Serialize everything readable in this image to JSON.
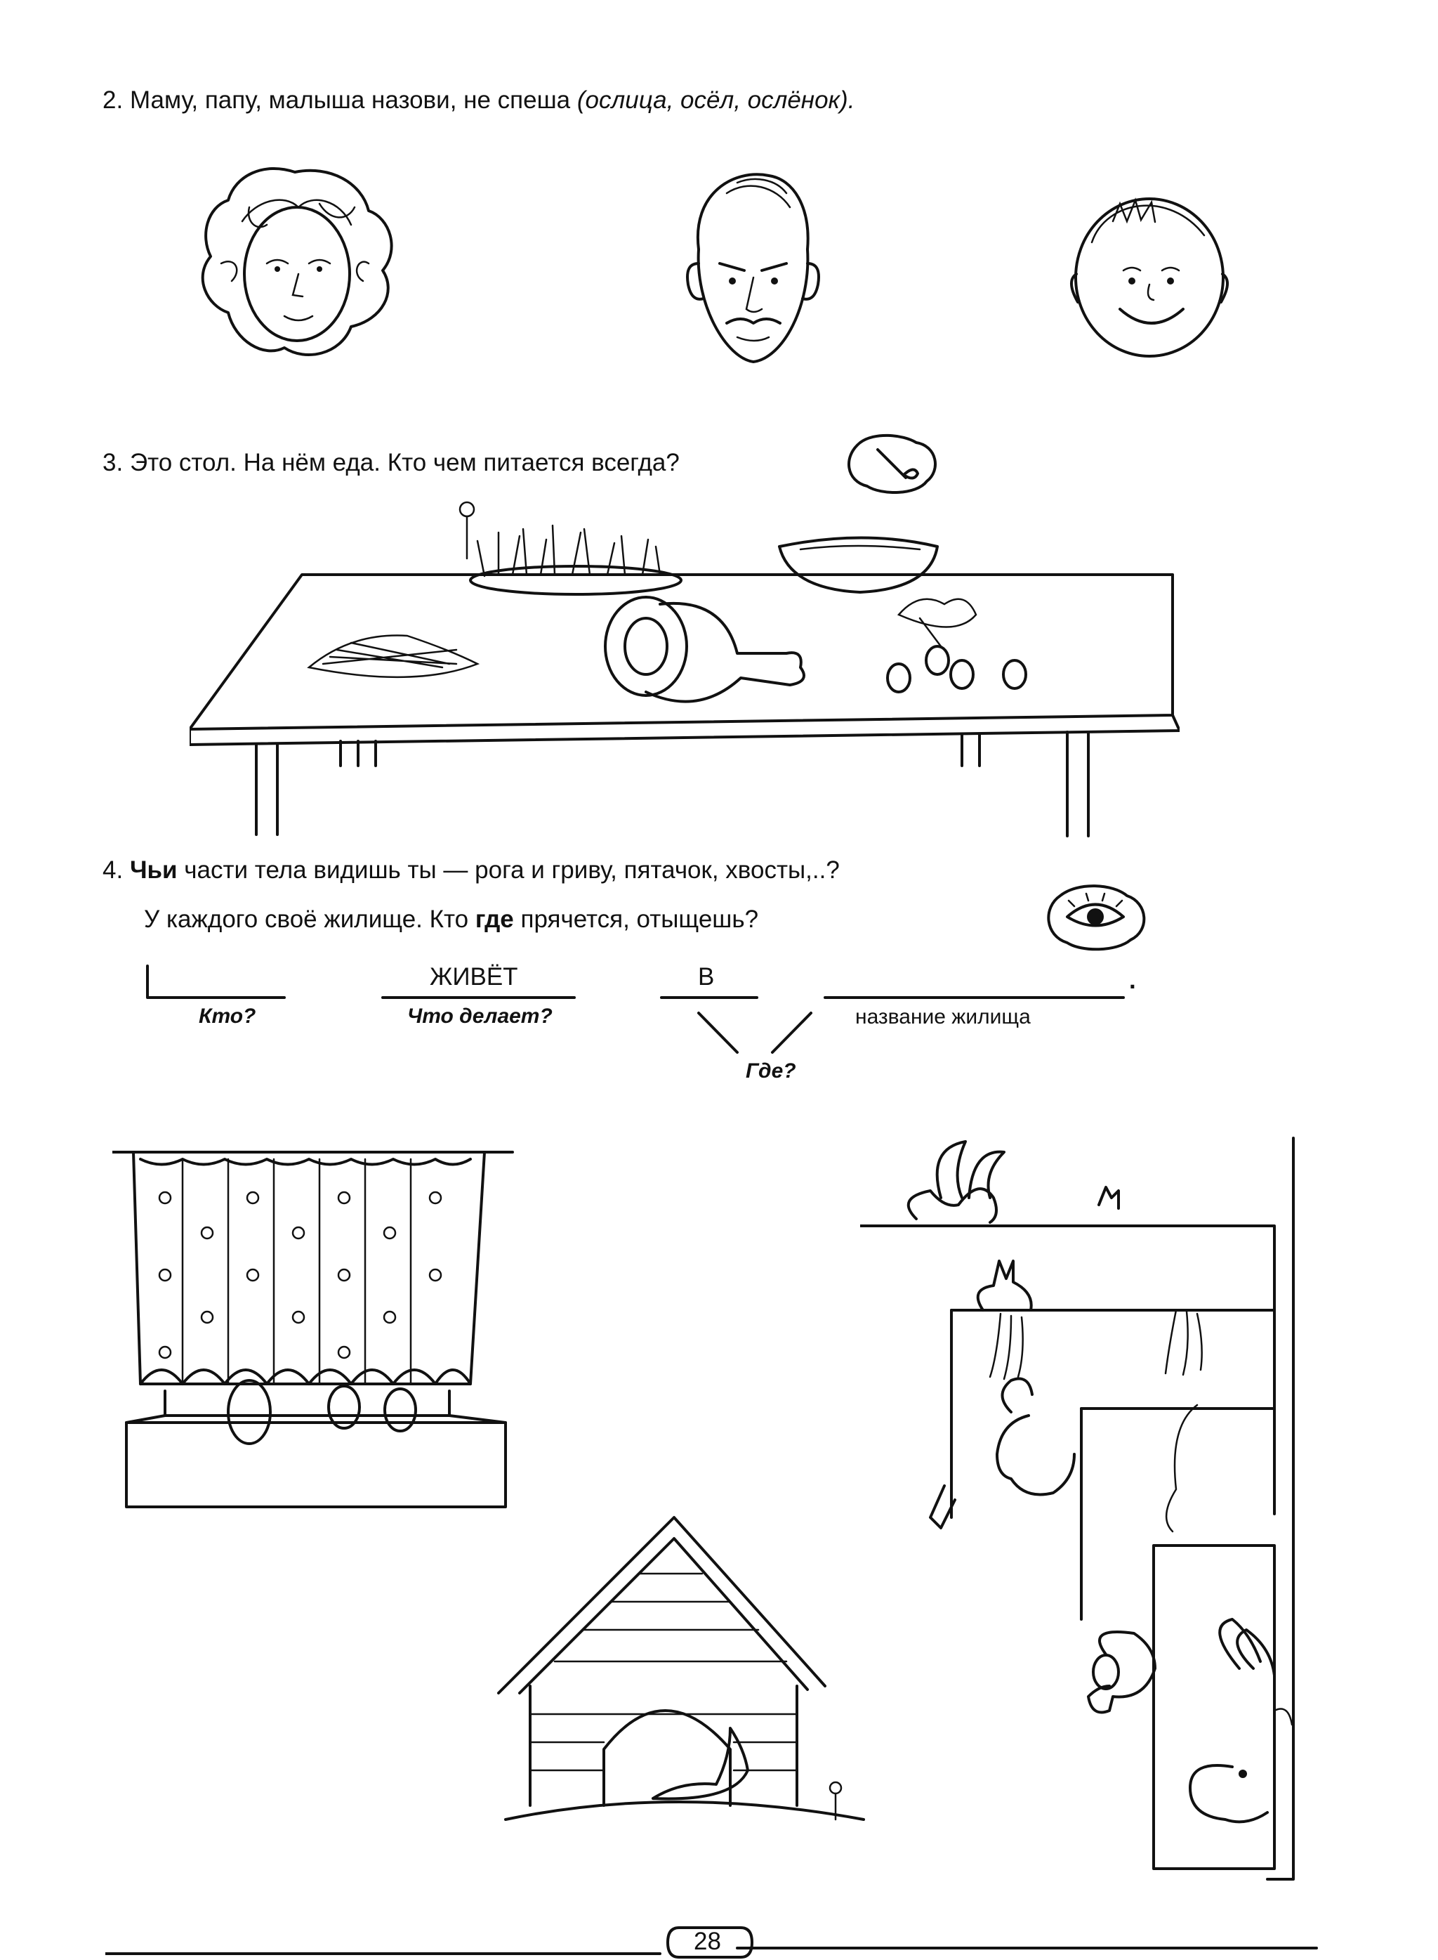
{
  "task2": {
    "number": "2.",
    "text": "Маму, папу, малыша назови, не спеша",
    "hint": "(ослица, осёл, ослёнок)."
  },
  "task3": {
    "number": "3.",
    "text": "Это стол. На нём еда. Кто чем питается всегда?"
  },
  "task4": {
    "number": "4.",
    "line1_bold": "Чьи",
    "line1_rest": "части тела видишь ты — рога и гриву, пятачок, хвосты,..?",
    "line2_start": "У каждого своё жилище. Кто",
    "line2_bold": "где",
    "line2_end": "прячется, отыщешь?"
  },
  "scheme": {
    "verb": "ЖИВЁТ",
    "preposition": "В",
    "who_label": "Кто?",
    "what_label": "Что делает?",
    "where_label": "Где?",
    "home_label": "название жилища",
    "period": "."
  },
  "page_number": "28",
  "icons": {
    "brush": "brush-bubble-icon",
    "eye": "eye-bubble-icon"
  }
}
